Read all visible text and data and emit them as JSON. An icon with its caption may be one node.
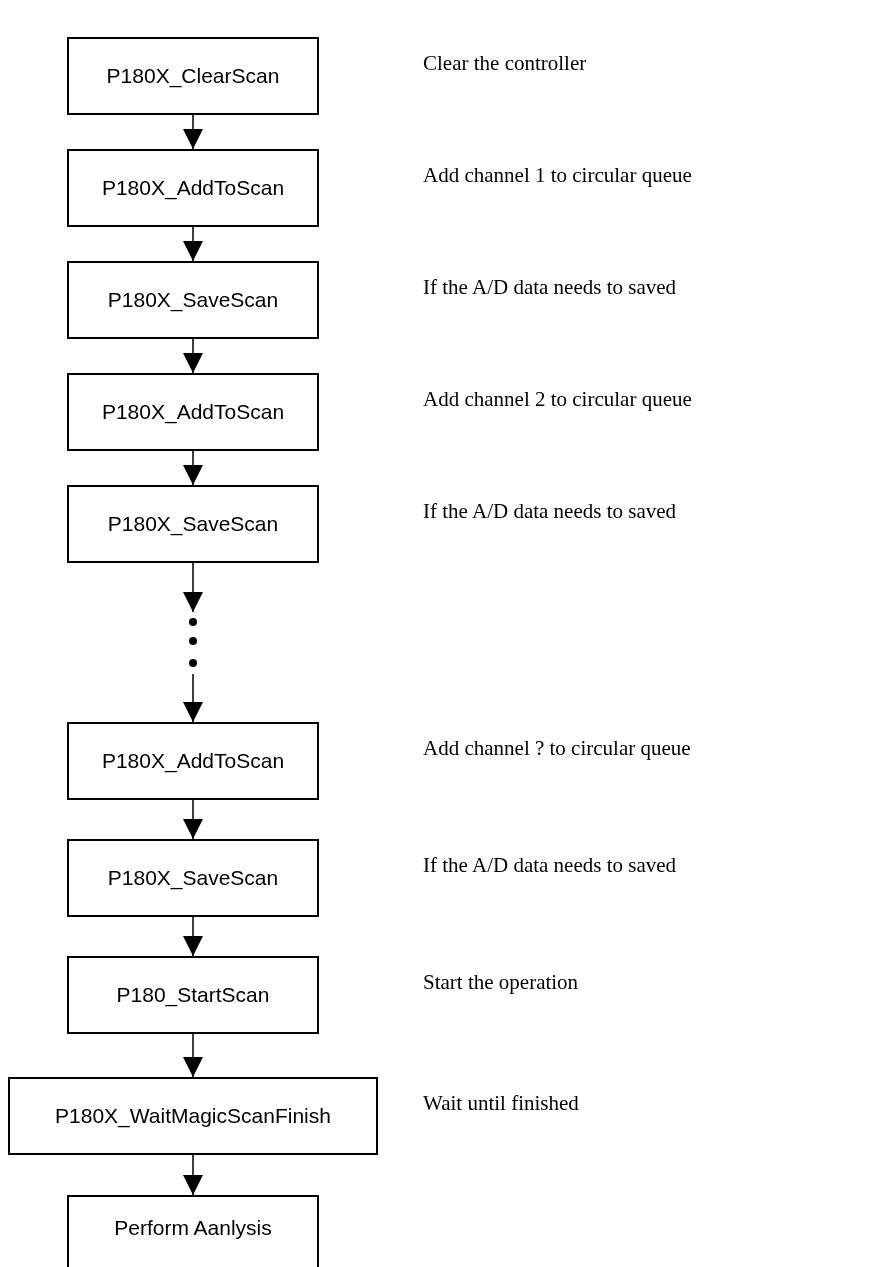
{
  "diagram": {
    "nodes": [
      {
        "text": [
          "P180X_ClearScan"
        ]
      },
      {
        "text": [
          "P180X_AddToScan"
        ]
      },
      {
        "text": [
          "P180X_SaveScan"
        ]
      },
      {
        "text": [
          "P180X_AddToScan"
        ]
      },
      {
        "text": [
          "P180X_SaveScan"
        ]
      },
      {
        "text": [],
        "shape": "dots"
      },
      {
        "text": [
          "P180X_AddToScan"
        ]
      },
      {
        "text": [
          "P180X_SaveScan"
        ]
      },
      {
        "text": [
          "P180_StartScan"
        ]
      },
      {
        "text": [
          "P180X_WaitMagicScanFinish"
        ]
      },
      {
        "text": [
          "Perform Aanlysis"
        ]
      }
    ],
    "edges": [
      {
        "from": 0,
        "to": 1,
        "arrow": "to"
      },
      {
        "from": 1,
        "to": 2,
        "arrow": "to"
      },
      {
        "from": 2,
        "to": 3,
        "arrow": "to"
      },
      {
        "from": 3,
        "to": 4,
        "arrow": "to"
      },
      {
        "from": 4,
        "to": 5,
        "arrow": "to"
      },
      {
        "from": 5,
        "to": 6,
        "arrow": "to"
      },
      {
        "from": 6,
        "to": 7,
        "arrow": "to"
      },
      {
        "from": 7,
        "to": 8,
        "arrow": "to"
      },
      {
        "from": 8,
        "to": 9,
        "arrow": "to"
      },
      {
        "from": 9,
        "to": 10,
        "arrow": "to"
      }
    ],
    "labels": [
      "Clear the controller",
      "Add channel 1 to circular queue",
      "If the A/D data needs to saved",
      "Add channel 2 to circular queue",
      "If the A/D data needs to saved",
      "Add channel ? to circular queue",
      "If the A/D data needs to saved",
      "Start the operation",
      "Wait until finished"
    ]
  }
}
